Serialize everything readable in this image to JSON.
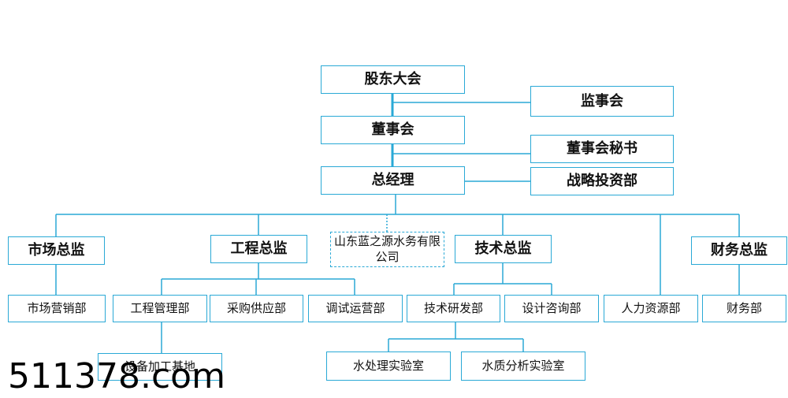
{
  "nodes": {
    "shareholders_meeting": "股东大会",
    "supervisory_board": "监事会",
    "board_of_directors": "董事会",
    "board_secretary": "董事会秘书",
    "general_manager": "总经理",
    "strategic_investment_dept": "战略投资部",
    "company_name": "山东蓝之源水务有限公司",
    "market_director": "市场总监",
    "engineering_director": "工程总监",
    "technical_director": "技术总监",
    "finance_director": "财务总监",
    "marketing_dept": "市场营销部",
    "engineering_mgmt_dept": "工程管理部",
    "procurement_dept": "采购供应部",
    "commissioning_ops_dept": "调试运营部",
    "tech_rd_dept": "技术研发部",
    "design_consulting_dept": "设计咨询部",
    "hr_dept": "人力资源部",
    "finance_dept": "财务部",
    "equipment_base": "设备加工基地",
    "water_treatment_lab": "水处理实验室",
    "water_quality_lab": "水质分析实验室"
  },
  "watermark": "511378.com",
  "colors": {
    "line": "#2aa9d6",
    "border": "#2aa9d6",
    "text": "#111111"
  }
}
